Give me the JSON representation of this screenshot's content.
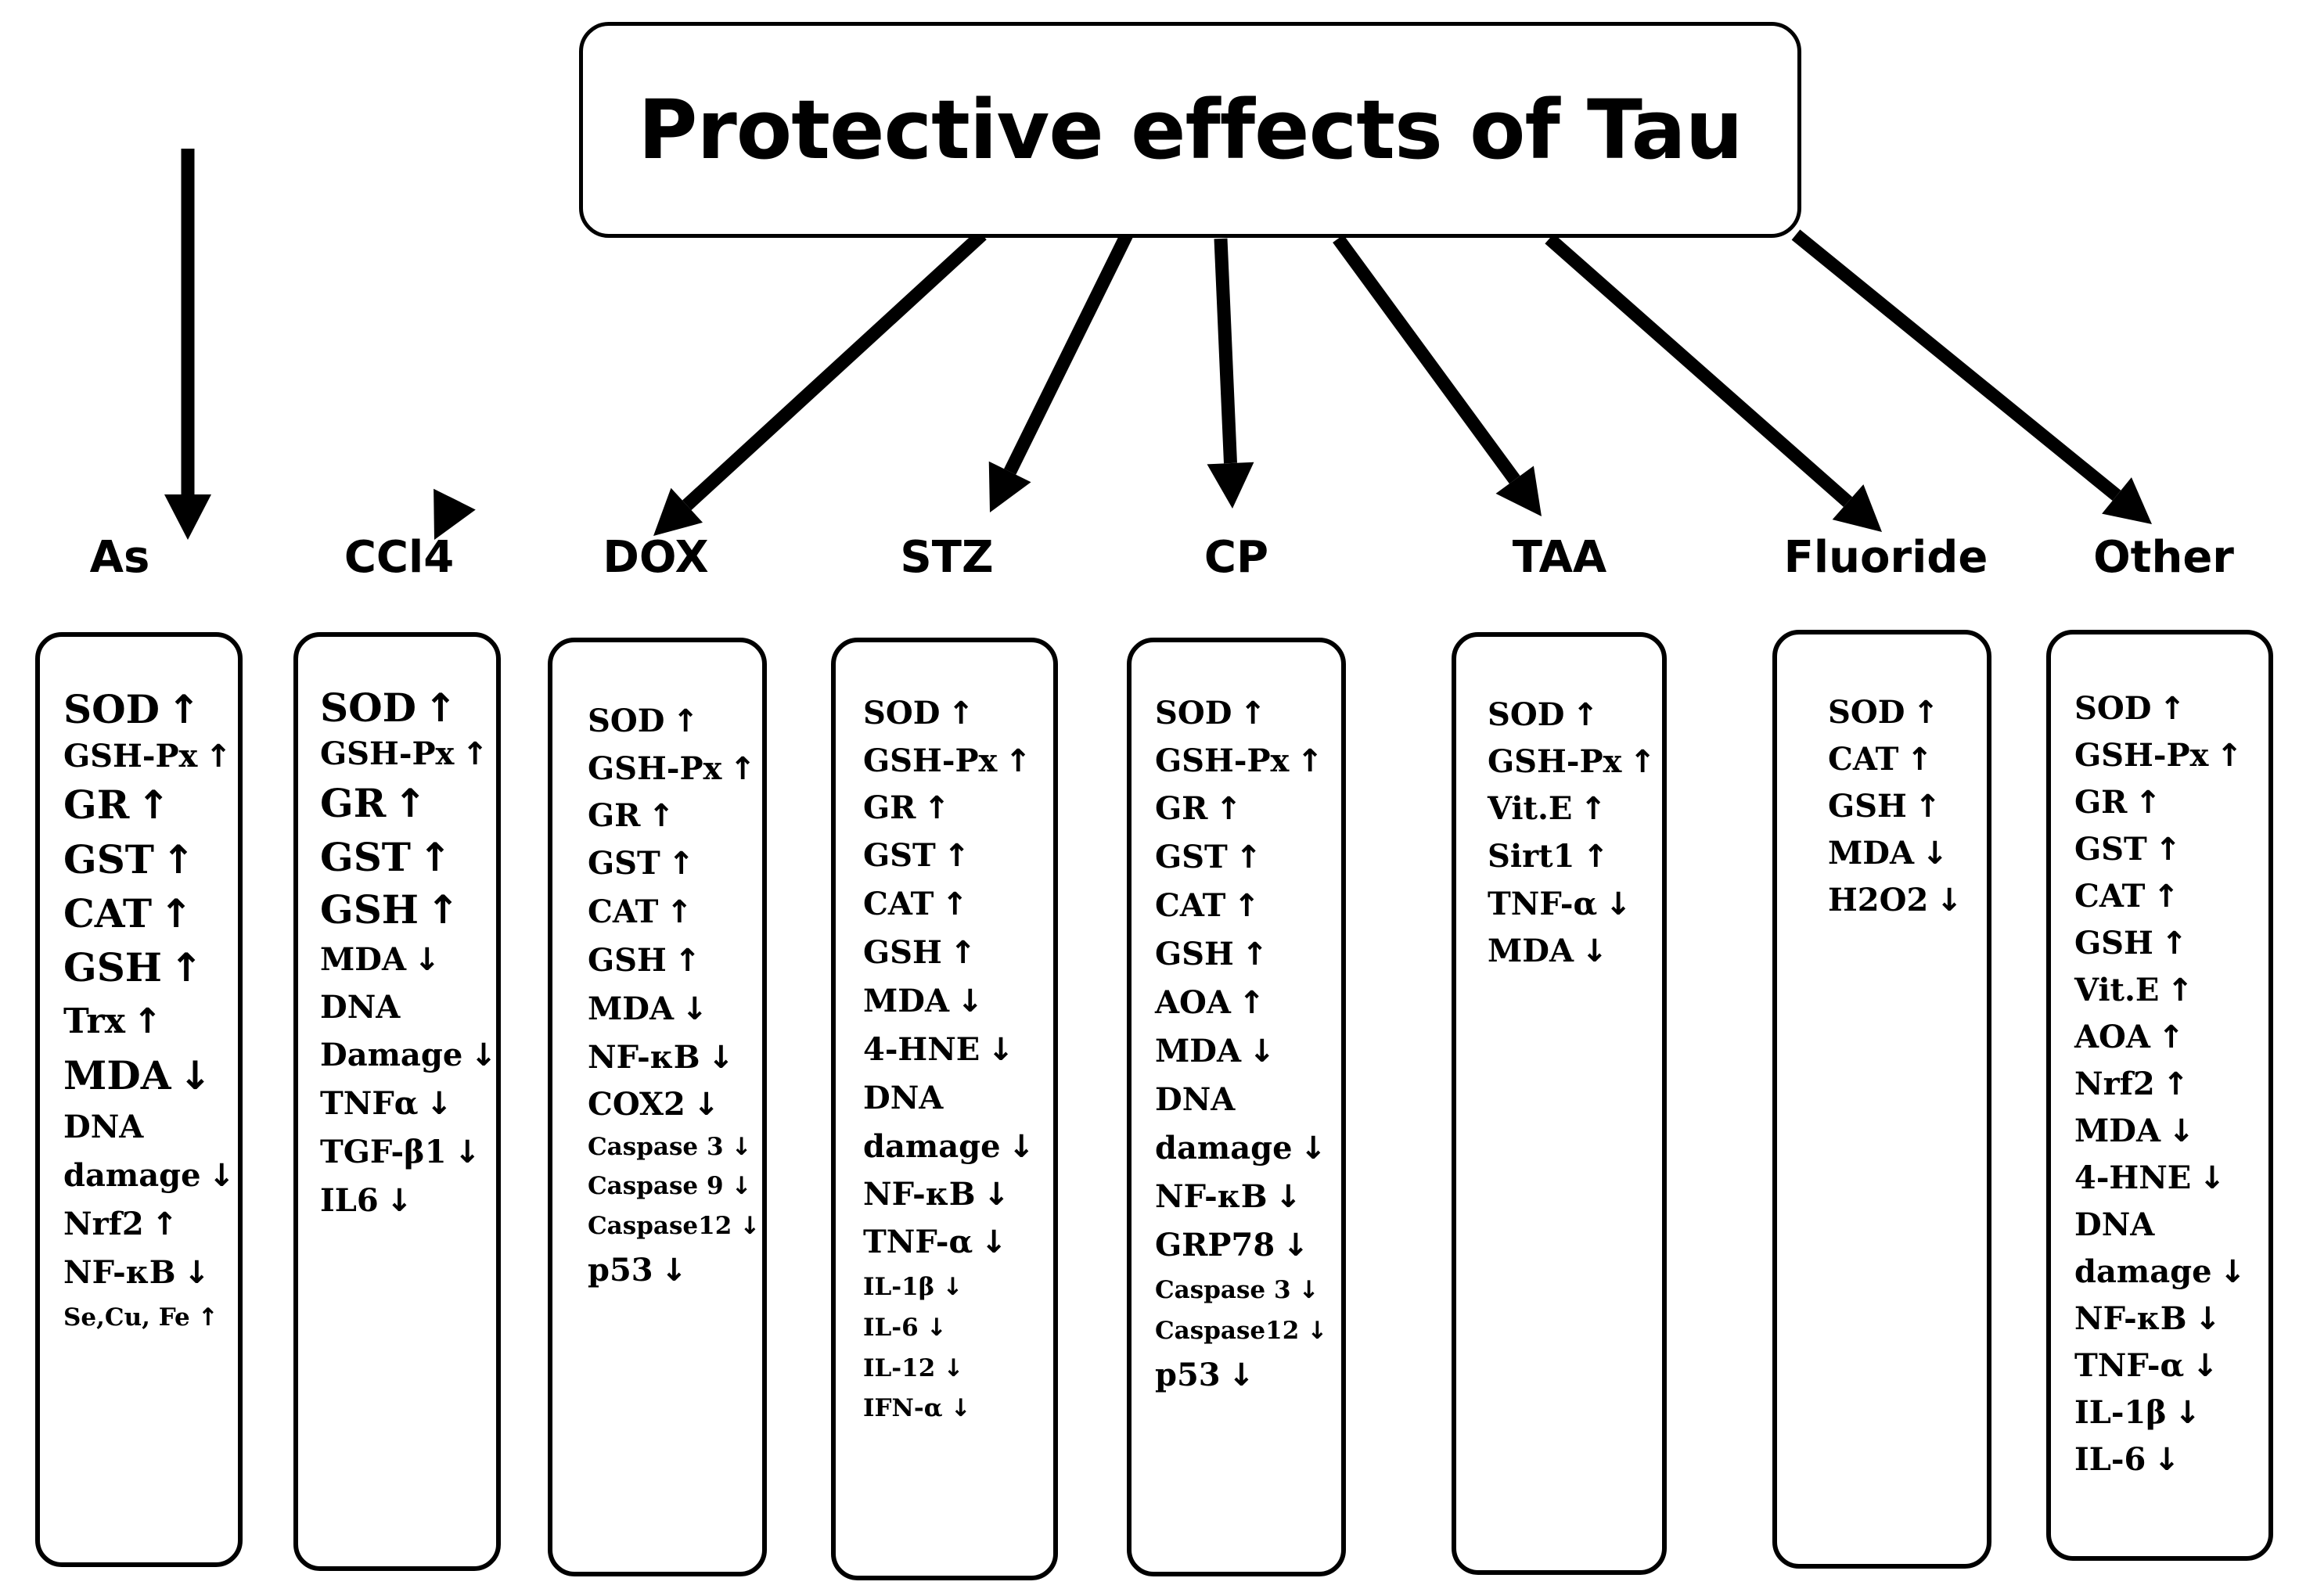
{
  "title": "Protective effects of Tau",
  "categories": [
    {
      "label": "As",
      "items": [
        {
          "text": "SOD",
          "dir": "up",
          "size": "xl"
        },
        {
          "text": "GSH-Px",
          "dir": "up",
          "size": "md"
        },
        {
          "text": "GR",
          "dir": "up",
          "size": "xl"
        },
        {
          "text": "GST",
          "dir": "up",
          "size": "xl"
        },
        {
          "text": "CAT",
          "dir": "up",
          "size": "xl"
        },
        {
          "text": "GSH",
          "dir": "up",
          "size": "xl"
        },
        {
          "text": "Trx",
          "dir": "up",
          "size": "lg"
        },
        {
          "text": "MDA",
          "dir": "down",
          "size": "xl"
        },
        {
          "text": "DNA",
          "dir": "",
          "size": "md"
        },
        {
          "text": "damage",
          "dir": "down",
          "size": "md"
        },
        {
          "text": "Nrf2",
          "dir": "up",
          "size": "md"
        },
        {
          "text": "NF-κB",
          "dir": "down",
          "size": "md"
        },
        {
          "text": "Se,Cu, Fe",
          "dir": "up",
          "size": "xs"
        }
      ]
    },
    {
      "label": "CCl4",
      "items": [
        {
          "text": "SOD",
          "dir": "up",
          "size": "xl"
        },
        {
          "text": "GSH-Px",
          "dir": "up",
          "size": "md"
        },
        {
          "text": "GR",
          "dir": "up",
          "size": "xl"
        },
        {
          "text": "GST",
          "dir": "up",
          "size": "xl"
        },
        {
          "text": "GSH",
          "dir": "up",
          "size": "xl"
        },
        {
          "text": "MDA",
          "dir": "down",
          "size": "md"
        },
        {
          "text": "DNA",
          "dir": "",
          "size": "md"
        },
        {
          "text": "Damage",
          "dir": "down",
          "size": "md"
        },
        {
          "text": "TNFα",
          "dir": "down",
          "size": "md"
        },
        {
          "text": "TGF-β1",
          "dir": "down",
          "size": "md"
        },
        {
          "text": "IL6",
          "dir": "down",
          "size": "md"
        }
      ]
    },
    {
      "label": "DOX",
      "items": [
        {
          "text": "SOD",
          "dir": "up",
          "size": "md"
        },
        {
          "text": "GSH-Px",
          "dir": "up",
          "size": "md"
        },
        {
          "text": "GR",
          "dir": "up",
          "size": "md"
        },
        {
          "text": "GST",
          "dir": "up",
          "size": "md"
        },
        {
          "text": "CAT",
          "dir": "up",
          "size": "md"
        },
        {
          "text": "GSH",
          "dir": "up",
          "size": "md"
        },
        {
          "text": "MDA",
          "dir": "down",
          "size": "md"
        },
        {
          "text": "NF-κB",
          "dir": "down",
          "size": "md"
        },
        {
          "text": "COX2",
          "dir": "down",
          "size": "md"
        },
        {
          "text": "Caspase 3",
          "dir": "down",
          "size": "xs"
        },
        {
          "text": "Caspase 9",
          "dir": "down",
          "size": "xs"
        },
        {
          "text": "Caspase12",
          "dir": "down",
          "size": "xs"
        },
        {
          "text": "p53",
          "dir": "down",
          "size": "md"
        }
      ]
    },
    {
      "label": "STZ",
      "items": [
        {
          "text": "SOD",
          "dir": "up",
          "size": "md"
        },
        {
          "text": "GSH-Px",
          "dir": "up",
          "size": "md"
        },
        {
          "text": "GR",
          "dir": "up",
          "size": "md"
        },
        {
          "text": "GST",
          "dir": "up",
          "size": "md"
        },
        {
          "text": "CAT",
          "dir": "up",
          "size": "md"
        },
        {
          "text": "GSH",
          "dir": "up",
          "size": "md"
        },
        {
          "text": "MDA",
          "dir": "down",
          "size": "md"
        },
        {
          "text": "4-HNE",
          "dir": "down",
          "size": "md"
        },
        {
          "text": "DNA",
          "dir": "",
          "size": "md"
        },
        {
          "text": "damage",
          "dir": "down",
          "size": "md"
        },
        {
          "text": "NF-κB",
          "dir": "down",
          "size": "md"
        },
        {
          "text": "TNF-α",
          "dir": "down",
          "size": "md"
        },
        {
          "text": "IL-1β",
          "dir": "down",
          "size": "xs"
        },
        {
          "text": "IL-6",
          "dir": "down",
          "size": "xs"
        },
        {
          "text": "IL-12",
          "dir": "down",
          "size": "xs"
        },
        {
          "text": "IFN-α",
          "dir": "down",
          "size": "xs"
        }
      ]
    },
    {
      "label": "CP",
      "items": [
        {
          "text": "SOD",
          "dir": "up",
          "size": "md"
        },
        {
          "text": "GSH-Px",
          "dir": "up",
          "size": "md"
        },
        {
          "text": "GR",
          "dir": "up",
          "size": "md"
        },
        {
          "text": "GST",
          "dir": "up",
          "size": "md"
        },
        {
          "text": "CAT",
          "dir": "up",
          "size": "md"
        },
        {
          "text": "GSH",
          "dir": "up",
          "size": "md"
        },
        {
          "text": "AOA",
          "dir": "up",
          "size": "md"
        },
        {
          "text": "MDA",
          "dir": "down",
          "size": "md"
        },
        {
          "text": "DNA",
          "dir": "",
          "size": "md"
        },
        {
          "text": "damage",
          "dir": "down",
          "size": "md"
        },
        {
          "text": "NF-κB",
          "dir": "down",
          "size": "md"
        },
        {
          "text": "GRP78",
          "dir": "down",
          "size": "md"
        },
        {
          "text": "Caspase 3",
          "dir": "down",
          "size": "xs"
        },
        {
          "text": "Caspase12",
          "dir": "down",
          "size": "xs"
        },
        {
          "text": "p53",
          "dir": "down",
          "size": "md"
        }
      ]
    },
    {
      "label": "TAA",
      "items": [
        {
          "text": "SOD",
          "dir": "up",
          "size": "md"
        },
        {
          "text": "GSH-Px",
          "dir": "up",
          "size": "md"
        },
        {
          "text": "Vit.E",
          "dir": "up",
          "size": "md"
        },
        {
          "text": "Sirt1",
          "dir": "up",
          "size": "md"
        },
        {
          "text": "TNF-α",
          "dir": "down",
          "size": "md"
        },
        {
          "text": "MDA",
          "dir": "down",
          "size": "md"
        }
      ]
    },
    {
      "label": "Fluoride",
      "items": [
        {
          "text": "SOD",
          "dir": "up",
          "size": "md"
        },
        {
          "text": "CAT",
          "dir": "up",
          "size": "md"
        },
        {
          "text": "GSH",
          "dir": "up",
          "size": "md"
        },
        {
          "text": "MDA",
          "dir": "down",
          "size": "md"
        },
        {
          "text": "H2O2",
          "dir": "down",
          "size": "md"
        }
      ]
    },
    {
      "label": "Other",
      "items": [
        {
          "text": "SOD",
          "dir": "up",
          "size": "md"
        },
        {
          "text": "GSH-Px",
          "dir": "up",
          "size": "md"
        },
        {
          "text": "GR",
          "dir": "up",
          "size": "md"
        },
        {
          "text": "GST",
          "dir": "up",
          "size": "md"
        },
        {
          "text": "CAT",
          "dir": "up",
          "size": "md"
        },
        {
          "text": "GSH",
          "dir": "up",
          "size": "md"
        },
        {
          "text": "Vit.E",
          "dir": "up",
          "size": "md"
        },
        {
          "text": "AOA",
          "dir": "up",
          "size": "md"
        },
        {
          "text": "Nrf2",
          "dir": "up",
          "size": "md"
        },
        {
          "text": "MDA",
          "dir": "down",
          "size": "md"
        },
        {
          "text": "4-HNE",
          "dir": "down",
          "size": "md"
        },
        {
          "text": "DNA",
          "dir": "",
          "size": "md"
        },
        {
          "text": "damage",
          "dir": "down",
          "size": "md"
        },
        {
          "text": "NF-κB",
          "dir": "down",
          "size": "md"
        },
        {
          "text": "TNF-α",
          "dir": "down",
          "size": "md"
        },
        {
          "text": "IL-1β",
          "dir": "down",
          "size": "md"
        },
        {
          "text": "IL-6",
          "dir": "down",
          "size": "md"
        }
      ]
    }
  ]
}
